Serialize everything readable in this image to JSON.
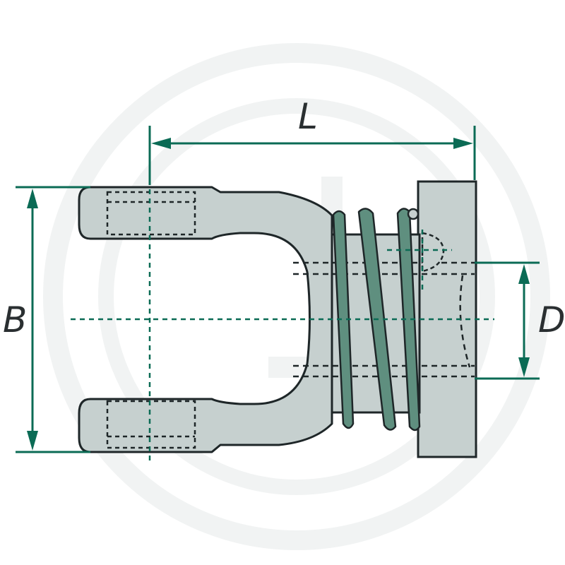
{
  "labels": {
    "length": "L",
    "width": "B",
    "diameter": "D"
  },
  "colors": {
    "part_fill": "#c6d0cf",
    "outline": "#1e2628",
    "spring": "#5f8f7f",
    "dimension": "#0b6b55",
    "watermark": "#f1f3f3"
  },
  "icons": {
    "watermark": "circle-logo-watermark-icon"
  }
}
